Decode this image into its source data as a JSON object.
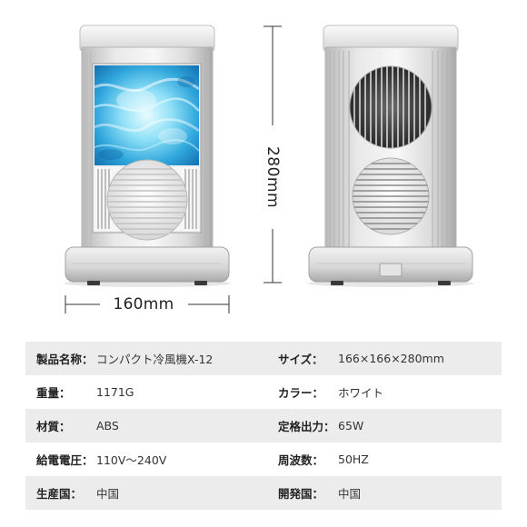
{
  "dimensions": {
    "height": "280mm",
    "width": "160mm"
  },
  "specs": [
    [
      {
        "label": "製品名称：",
        "value": "コンパクト冷風機X-12"
      },
      {
        "label": "サイズ：",
        "value": "166×166×280mm"
      }
    ],
    [
      {
        "label": "重量：",
        "value": "1171G"
      },
      {
        "label": "カラー：",
        "value": "ホワイト"
      }
    ],
    [
      {
        "label": "材質：",
        "value": "ABS"
      },
      {
        "label": "定格出力：",
        "value": "65W"
      }
    ],
    [
      {
        "label": "給電電圧：",
        "value": "110V～240V"
      },
      {
        "label": "周波数：",
        "value": "50HZ"
      }
    ],
    [
      {
        "label": "生産国：",
        "value": "中国"
      },
      {
        "label": "開発国：",
        "value": "中国"
      }
    ]
  ],
  "colors": {
    "background": "#ffffff",
    "row_shade": "#ececec",
    "body_silver": "#d4d4d4",
    "water_blue": "#3aaee0"
  }
}
